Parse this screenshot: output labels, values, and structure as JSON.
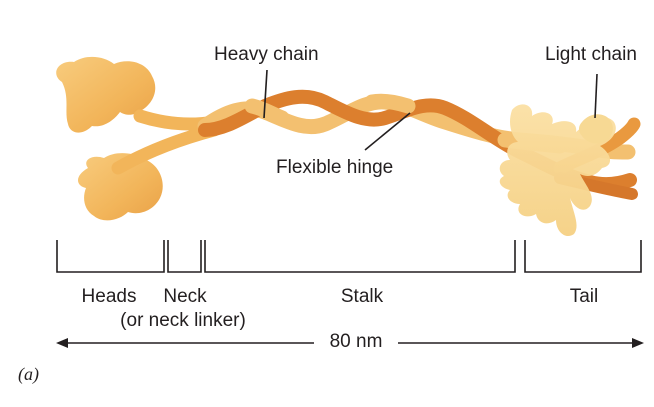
{
  "labels": {
    "heavy_chain": "Heavy chain",
    "light_chain": "Light chain",
    "flexible_hinge": "Flexible hinge"
  },
  "regions": {
    "heads": "Heads",
    "neck": "Neck",
    "neck_sub": "(or neck linker)",
    "stalk": "Stalk",
    "tail": "Tail"
  },
  "scale": {
    "length": "80 nm"
  },
  "figure_label": "(a)",
  "colors": {
    "head_fill": "#f2b55a",
    "chain_light": "#f4c274",
    "chain_dark": "#d97a2a",
    "light_chain_fill": "#fbe3a6",
    "line": "#231f20"
  }
}
